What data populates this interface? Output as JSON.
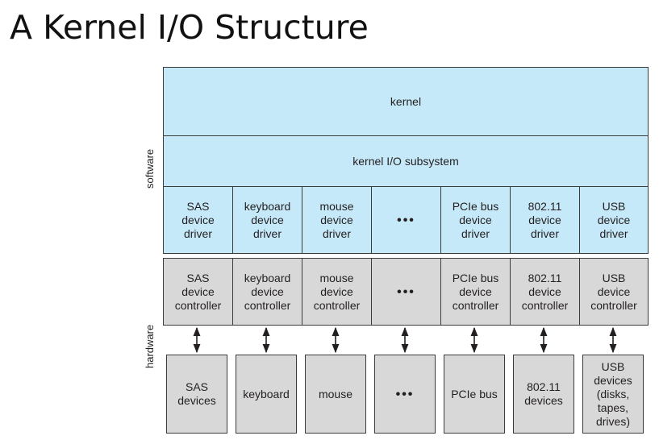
{
  "title": "A Kernel I/O Structure",
  "side_labels": {
    "software": "software",
    "hardware": "hardware"
  },
  "kernel": "kernel",
  "kernel_io_subsystem": "kernel I/O subsystem",
  "drivers": [
    "SAS\ndevice\ndriver",
    "keyboard\ndevice\ndriver",
    "mouse\ndevice\ndriver",
    "•••",
    "PCIe bus\ndevice\ndriver",
    "802.11\ndevice\ndriver",
    "USB\ndevice\ndriver"
  ],
  "controllers": [
    "SAS\ndevice\ncontroller",
    "keyboard\ndevice\ncontroller",
    "mouse\ndevice\ncontroller",
    "•••",
    "PCIe bus\ndevice\ncontroller",
    "802.11\ndevice\ncontroller",
    "USB\ndevice\ncontroller"
  ],
  "devices": [
    "SAS\ndevices",
    "keyboard",
    "mouse",
    "•••",
    "PCIe bus",
    "802.11\ndevices",
    "USB\ndevices\n(disks,\ntapes,\ndrives)"
  ],
  "colors": {
    "software_fill": "#c6e9f9",
    "hardware_fill": "#d8d8d8",
    "border": "#3b3b3b"
  }
}
